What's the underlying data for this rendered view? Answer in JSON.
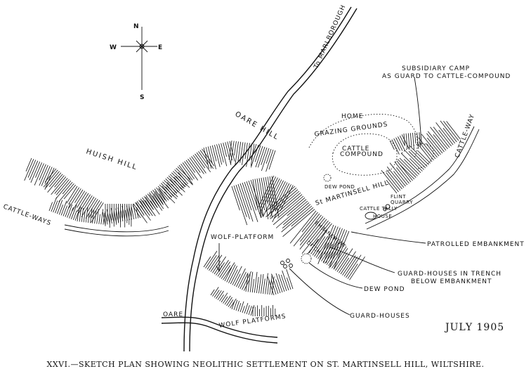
{
  "compass": {
    "n": "N",
    "s": "S",
    "e": "E",
    "w": "W"
  },
  "labels": {
    "to_marlborough": "To MARLBOROUGH",
    "huish_hill": "HUISH HILL",
    "oare_hill": "OARE HILL",
    "home": "HOME",
    "grazing_grounds": "GRAZING GROUNDS",
    "cattle": "CATTLE",
    "compound": "COMPOUND",
    "subsidiary_camp_1": "SUBSIDIARY CAMP",
    "subsidiary_camp_2": "AS GUARD TO CATTLE-COMPOUND",
    "cattle_way": "CATTLE-WAY",
    "dew_pond_top": "DEW POND",
    "st_martinsell_hill": "St MARTINSELL HILL",
    "flint": "FLINT",
    "quarry": "QUARRY",
    "cattle_tally": "CATTLE TALLY",
    "house": "HOUSE",
    "cattle_ways": "CATTLE-WAYS",
    "wolf_platform": "WOLF-PLATFORM",
    "embankment": "EMBANKMENT",
    "ditch": "DITCH",
    "patrolled_embankment": "PATROLLED EMBANKMENT",
    "guard_houses_trench_1": "GUARD-HOUSES IN TRENCH",
    "guard_houses_trench_2": "BELOW EMBANKMENT",
    "dew_pond_bottom": "DEW POND",
    "guard_houses": "GUARD-HOUSES",
    "oare": "OARE",
    "wolf_platforms": "WOLF PLATFORMS"
  },
  "date": "JULY 1905",
  "caption": "XXVI.—SKETCH PLAN SHOWING NEOLITHIC SETTLEMENT ON ST. MARTINSELL HILL, WILTSHIRE."
}
